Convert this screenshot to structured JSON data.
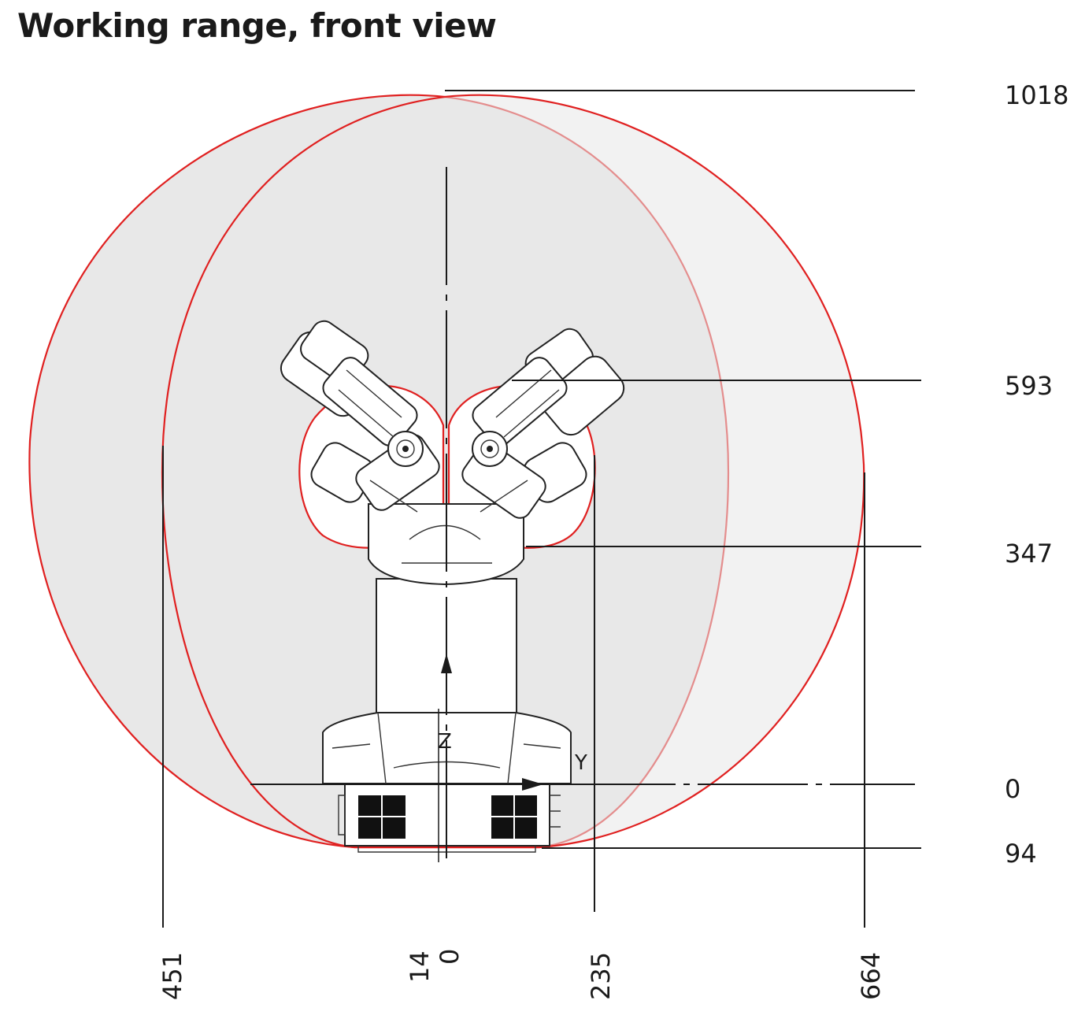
{
  "title": "Working range, front view",
  "colors": {
    "envelope_stroke": "#e02020",
    "envelope_fill": "#e8e8e8",
    "line": "#1a1a1a"
  },
  "axes": {
    "z_label": "Z",
    "y_label": "Y"
  },
  "vertical_dimensions": [
    {
      "id": "top",
      "label": "1018"
    },
    {
      "id": "elbow",
      "label": "593"
    },
    {
      "id": "shoulder",
      "label": "347"
    },
    {
      "id": "base",
      "label": "0"
    },
    {
      "id": "bottom",
      "label": "94"
    }
  ],
  "horizontal_dimensions": [
    {
      "id": "left-reach",
      "label": "451"
    },
    {
      "id": "offset",
      "label": "14"
    },
    {
      "id": "center",
      "label": "0"
    },
    {
      "id": "inner-reach",
      "label": "235"
    },
    {
      "id": "right-reach",
      "label": "664"
    }
  ]
}
